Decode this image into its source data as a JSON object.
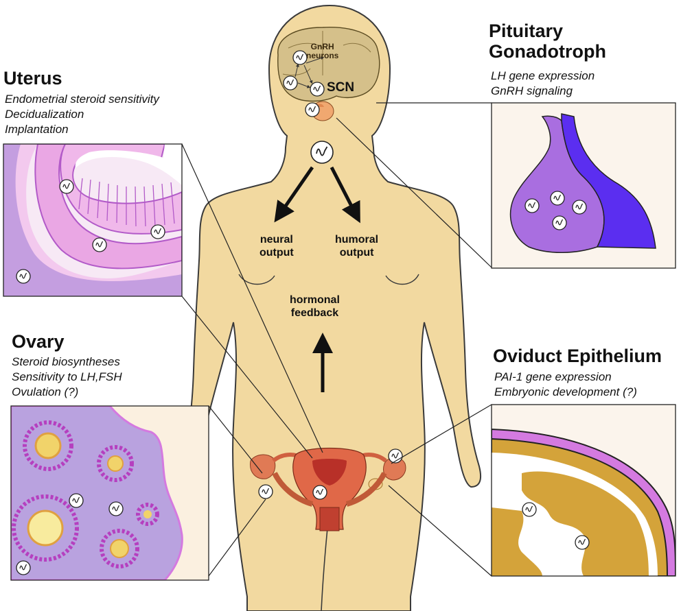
{
  "colors": {
    "skin": "#f2d9a0",
    "skin_outline": "#3a3a3a",
    "uterus_pink": "#e8b0e0",
    "uterus_purple": "#b487d6",
    "pituitary_light": "#a96ee0",
    "pituitary_dark": "#5b2ef0",
    "ovary_bg": "#b9a2df",
    "follicle_magenta": "#b53fbf",
    "oviduct_gold": "#d4a33a",
    "oviduct_pink": "#d47ae0"
  },
  "icon": "oscillator-icon",
  "uterus": {
    "title": "Uterus",
    "lines": [
      "Endometrial steroid sensitivity",
      "Decidualization",
      "Implantation"
    ]
  },
  "pituitary": {
    "title_line1": "Pituitary",
    "title_line2": "Gonadotroph",
    "lines": [
      "LH gene expression",
      "GnRH signaling"
    ]
  },
  "ovary": {
    "title": "Ovary",
    "lines": [
      "Steroid biosyntheses",
      "Sensitivity to LH,FSH",
      "Ovulation (?)"
    ]
  },
  "oviduct": {
    "title": "Oviduct Epithelium",
    "lines": [
      "PAI-1 gene expression",
      "Embryonic development (?)"
    ]
  },
  "brain": {
    "gnrh_line1": "GnRH",
    "gnrh_line2": "neurons",
    "scn": "SCN"
  },
  "arrows": {
    "neural_line1": "neural",
    "neural_line2": "output",
    "humoral_line1": "humoral",
    "humoral_line2": "output",
    "feedback_line1": "hormonal",
    "feedback_line2": "feedback"
  }
}
